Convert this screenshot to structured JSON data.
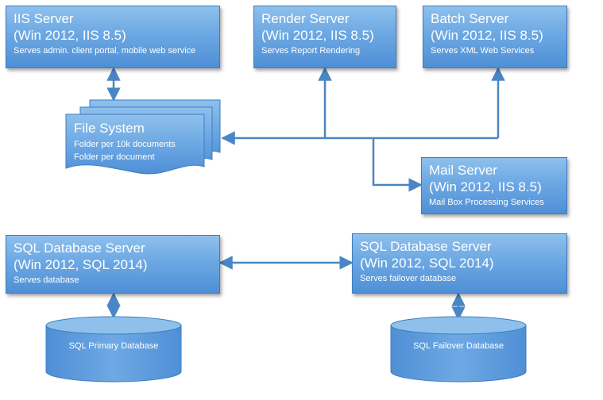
{
  "servers": {
    "iis": {
      "title": "IIS Server",
      "subtitle": "(Win 2012, IIS 8.5)",
      "desc": "Serves admin. client portal, mobile web service"
    },
    "render": {
      "title": "Render Server",
      "subtitle": "(Win 2012, IIS 8.5)",
      "desc": "Serves Report Rendering"
    },
    "batch": {
      "title": "Batch Server",
      "subtitle": "(Win 2012, IIS 8.5)",
      "desc": "Serves XML Web Services"
    },
    "mail": {
      "title": "Mail Server",
      "subtitle": "(Win 2012, IIS 8.5)",
      "desc": "Mail Box Processing Services"
    },
    "sql_primary": {
      "title": "SQL Database Server",
      "subtitle": "(Win 2012, SQL 2014)",
      "desc": "Serves database"
    },
    "sql_failover": {
      "title": "SQL Database Server",
      "subtitle": "(Win 2012, SQL 2014)",
      "desc": "Serves failover database"
    }
  },
  "file_system": {
    "title": "File System",
    "line1": "Folder per 10k documents",
    "line2": "Folder per document"
  },
  "databases": {
    "primary": {
      "label": "SQL Primary Database"
    },
    "failover": {
      "label": "SQL Failover Database"
    }
  }
}
